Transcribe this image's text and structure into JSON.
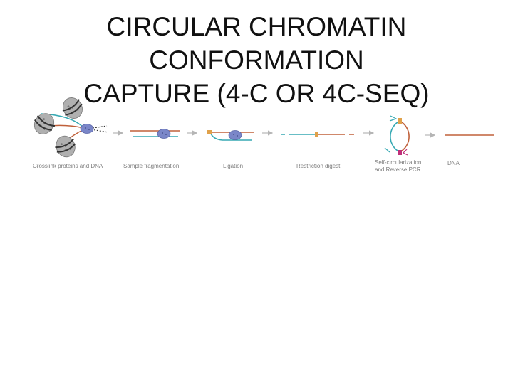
{
  "title": {
    "line1": "CIRCULAR CHROMATIN CONFORMATION",
    "line2": "CAPTURE (4-C OR 4C-SEQ)"
  },
  "steps": [
    {
      "label": "Crosslink proteins and DNA"
    },
    {
      "label": "Sample fragmentation"
    },
    {
      "label": "Ligation"
    },
    {
      "label": "Restriction digest"
    },
    {
      "label": "Self-circularization",
      "label2": "and Reverse PCR"
    },
    {
      "label": "DNA"
    }
  ],
  "colors": {
    "dna_orange": "#c0603a",
    "dna_teal": "#36a9b3",
    "protein_blue": "#7a86c8",
    "nucleosome_gray": "#a9a9a9",
    "arrow_gray": "#b5b5b5",
    "junction_orange": "#e0a14a",
    "junction_magenta": "#c0307a"
  }
}
